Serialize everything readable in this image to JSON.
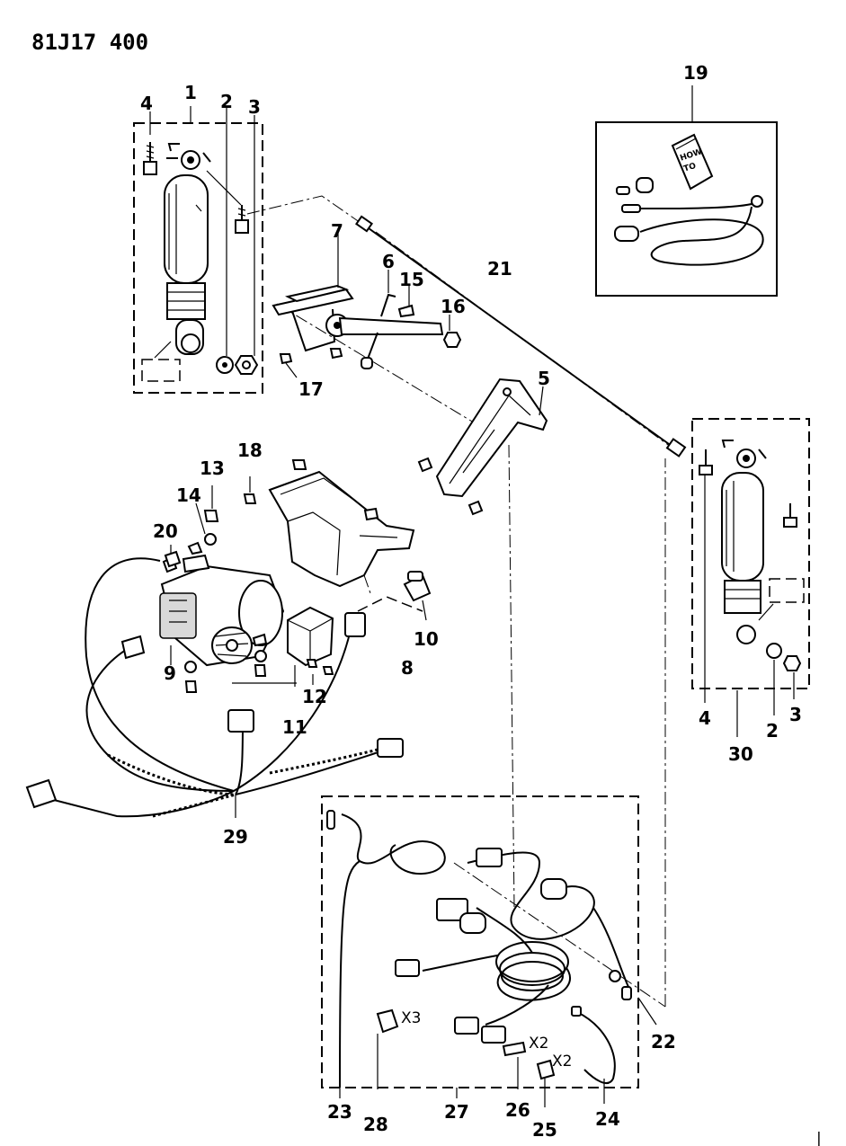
{
  "diagram": {
    "reference_code": "81J17 400",
    "part_labels": {
      "p1": "1",
      "p2a": "2",
      "p3a": "3",
      "p4a": "4",
      "p5": "5",
      "p6": "6",
      "p7": "7",
      "p8": "8",
      "p9": "9",
      "p10": "10",
      "p11": "11",
      "p12": "12",
      "p13": "13",
      "p14": "14",
      "p15": "15",
      "p16": "16",
      "p17": "17",
      "p18": "18",
      "p19": "19",
      "p20": "20",
      "p21": "21",
      "p22": "22",
      "p23": "23",
      "p24": "24",
      "p25": "25",
      "p26": "26",
      "p27": "27",
      "p28": "28",
      "p29": "29",
      "p30": "30",
      "p2b": "2",
      "p3b": "3",
      "p4b": "4"
    },
    "quantity_labels": {
      "q28": "X3",
      "q26": "X2",
      "q25": "X2"
    },
    "booklet_text": {
      "line1": "HOW",
      "line2": "TO"
    },
    "margin_mark": "|"
  }
}
